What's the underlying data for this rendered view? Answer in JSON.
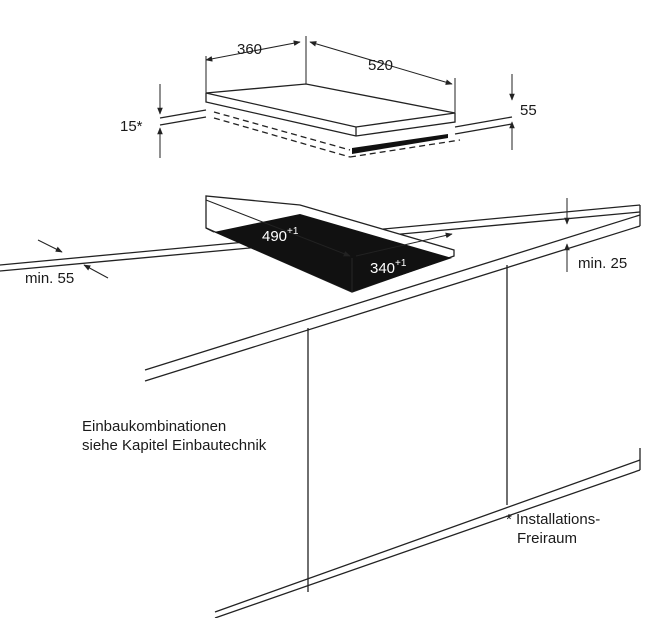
{
  "dimensions": {
    "hob_width": "360",
    "hob_depth": "520",
    "hob_height": "55",
    "recess": "15*",
    "cutout_width_base": "490",
    "cutout_width_tol": "+1",
    "cutout_depth_base": "340",
    "cutout_depth_tol": "+1",
    "min_front": "min. 55",
    "min_back": "min. 25"
  },
  "notes": {
    "combinations_line1": "Einbaukombinationen",
    "combinations_line2": "siehe Kapitel Einbautechnik",
    "installation_line1": "* Installations-",
    "installation_line2": "Freiraum"
  }
}
